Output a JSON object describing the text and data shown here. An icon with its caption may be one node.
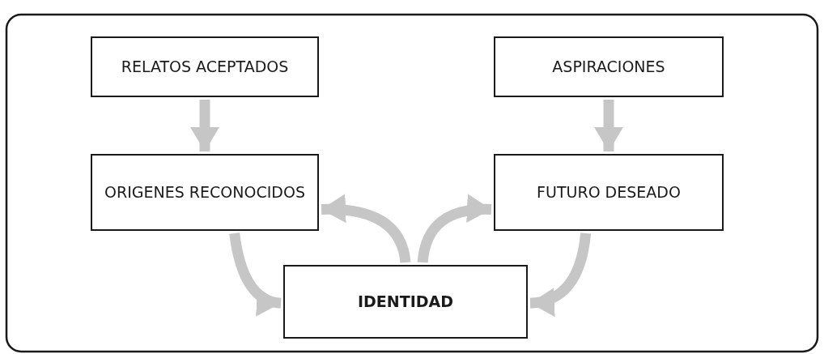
{
  "diagram": {
    "nodes": [
      {
        "text": [
          "RELATOS ACEPTADOS"
        ]
      },
      {
        "text": [
          "ASPIRACIONES"
        ]
      },
      {
        "text": [
          "ORIGENES RECONOCIDOS"
        ]
      },
      {
        "text": [
          "FUTURO DESEADO"
        ]
      },
      {
        "text": [
          "IDENTIDAD"
        ]
      }
    ],
    "edges": [
      {
        "from": 0,
        "to": 2,
        "arrow": "to"
      },
      {
        "from": 1,
        "to": 3,
        "arrow": "to"
      },
      {
        "from": 2,
        "to": 4,
        "arrow": "to"
      },
      {
        "from": 4,
        "to": 2,
        "arrow": "to"
      },
      {
        "from": 4,
        "to": 3,
        "arrow": "to"
      },
      {
        "from": 3,
        "to": 4,
        "arrow": "to"
      }
    ]
  }
}
